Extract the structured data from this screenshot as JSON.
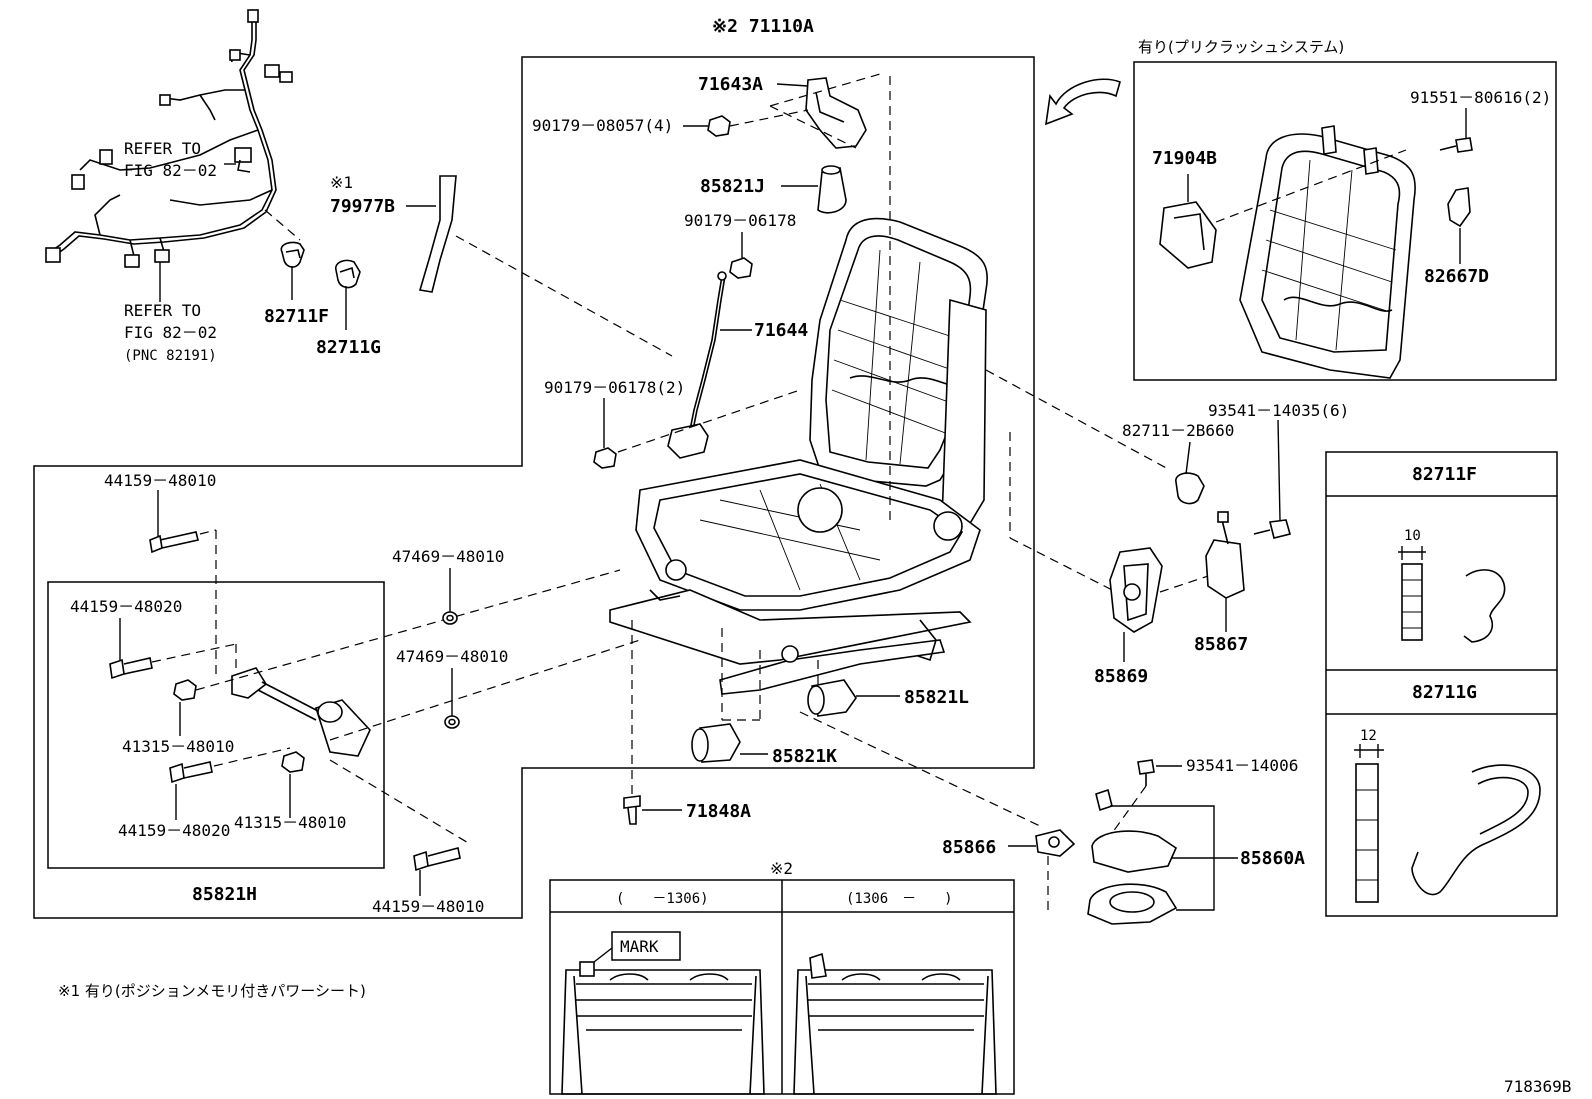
{
  "diagram_id": "718369B",
  "notes": {
    "note1": "※1 有り(ポジションメモリ付きパワーシート)",
    "upper_right_title": "有り(プリクラッシュシステム)",
    "note2_mark": "※2",
    "mark_label": "MARK",
    "col_before": "(　　－1306)",
    "col_after": "(1306　－　　)"
  },
  "labels": {
    "71110A": "※2 71110A",
    "71643A": "71643A",
    "90179_08057": "90179－08057(4)",
    "85821J": "85821J",
    "90179_06178": "90179－06178",
    "71644": "71644",
    "90179_06178_2": "90179－06178(2)",
    "79977B_mark": "※1",
    "79977B": "79977B",
    "refer1_a": "REFER TO",
    "refer1_b": "FIG 82－02",
    "refer2_a": "REFER TO",
    "refer2_b": "FIG 82－02",
    "refer2_c": "(PNC 82191)",
    "82711F": "82711F",
    "82711G": "82711G",
    "71904B": "71904B",
    "91551_80616": "91551－80616(2)",
    "82667D": "82667D",
    "82711_2B660": "82711－2B660",
    "93541_14035": "93541－14035(6)",
    "85869": "85869",
    "85867": "85867",
    "44159_48010_top": "44159－48010",
    "44159_48020_a": "44159－48020",
    "41315_48010_a": "41315－48010",
    "44159_48020_b": "44159－48020",
    "41315_48010_b": "41315－48010",
    "85821H": "85821H",
    "44159_48010_bot": "44159－48010",
    "47469_48010_a": "47469－48010",
    "47469_48010_b": "47469－48010",
    "85821L": "85821L",
    "85821K": "85821K",
    "71848A": "71848A",
    "93541_14006": "93541－14006",
    "85866": "85866",
    "85860A": "85860A",
    "detail_F_title": "82711F",
    "detail_F_dim": "10",
    "detail_G_title": "82711G",
    "detail_G_dim": "12"
  }
}
